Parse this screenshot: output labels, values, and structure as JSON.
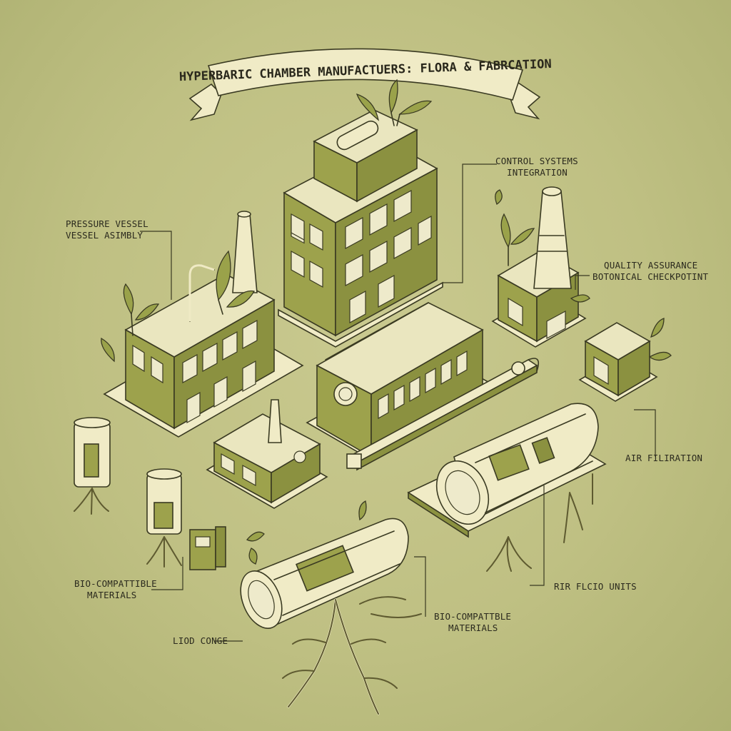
{
  "title": "HYPERBARIC CHAMBER MANUFACTUERS: FLORA & FABRCATION",
  "labels": {
    "control_systems_line1": "CONTROL SYSTEMS",
    "control_systems_line2": "INTEGRATION",
    "pressure_vessel_line1": "PRESSURE VESSEL",
    "pressure_vessel_line2": "VESSEL ASIMBLY",
    "quality_line1": "QUALITY ASSURANCE",
    "quality_line2": "BOTONICAL CHECKPOTINT",
    "air_filtration": "AIR FILIRATION",
    "biocompat_left_line1": "BIO-COMPATTIBLE",
    "biocompat_left_line2": "MATERIALS",
    "rir_units": "RIR FLCIO UNITS",
    "biocompat_right_line1": "BIO-COMPATTBLE",
    "biocompat_right_line2": "MATERIALS",
    "hod_congee": "LIOD CONGE"
  },
  "colors": {
    "background": "#bfc083",
    "building_green": "#9da24c",
    "roof_cream": "#eae6bf",
    "ink": "#3a3a22",
    "root_brown": "#5e5a30"
  },
  "icons": [
    "banner-ribbon",
    "factory-building",
    "chimney",
    "pressure-chamber",
    "specimen-jar",
    "plant-sprout",
    "roots",
    "conveyor-belt",
    "control-box"
  ]
}
